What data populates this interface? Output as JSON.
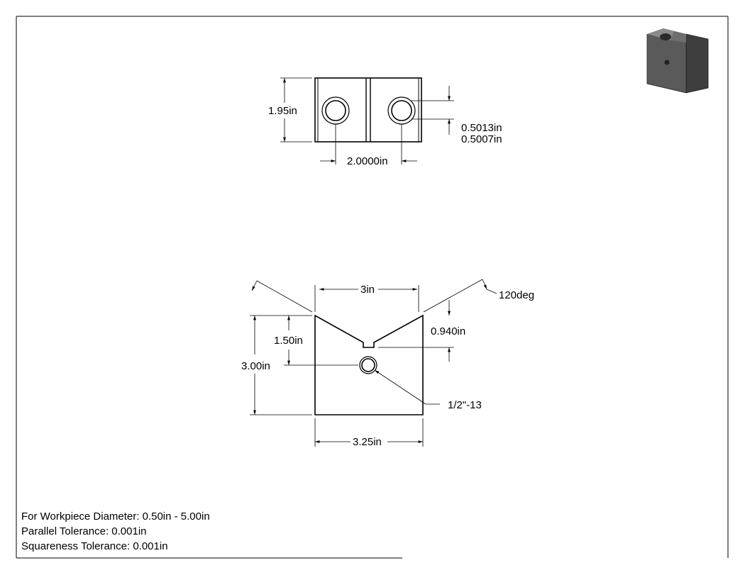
{
  "top_view": {
    "height_label": "1.95in",
    "spacing_label": "2.0000in",
    "bore_max_label": "0.5013in",
    "bore_min_label": "0.5007in"
  },
  "front_view": {
    "top_width_label": "3in",
    "angle_label": "120deg",
    "depth_label": "0.940in",
    "hole_height_label": "1.50in",
    "height_label": "3.00in",
    "thread_label": "1/2\"-13",
    "base_width_label": "3.25in"
  },
  "notes": {
    "diameter": "For Workpiece Diameter: 0.50in - 5.00in",
    "parallel": "Parallel Tolerance: 0.001in",
    "squareness": "Squareness Tolerance: 0.001in"
  },
  "colors": {
    "line": "#000000",
    "iso_dark": "#4d4d4d",
    "iso_mid": "#666666",
    "iso_light": "#8a8a8a"
  }
}
